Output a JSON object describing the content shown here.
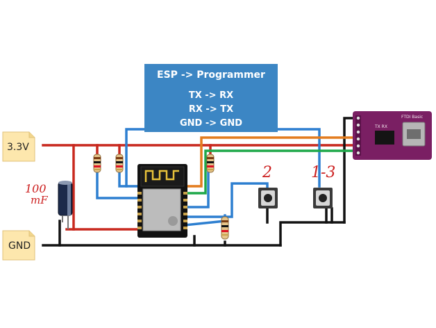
{
  "power_labels": {
    "vcc": "3.3V",
    "gnd": "GND"
  },
  "note": {
    "title": "ESP -> Programmer",
    "lines": [
      "TX -> RX",
      "RX -> TX",
      "GND -> GND"
    ]
  },
  "capacitor_label": {
    "value": "100",
    "unit": "mF"
  },
  "button_labels": {
    "left": "2",
    "right": "1-3"
  },
  "programmer": {
    "name": "FTDI Basic",
    "pins": "TX RX"
  },
  "colors": {
    "vcc_wire": "#c8281e",
    "gnd_wire": "#111111",
    "signal_wire": "#2d7fd0",
    "tx_wire": "#e37c1e",
    "rx_wire": "#1fa84a",
    "note_bg": "#3c86c4",
    "label_bg": "#fde7ad",
    "board": "#7a1f63",
    "hand_label": "#cc1f1f"
  }
}
